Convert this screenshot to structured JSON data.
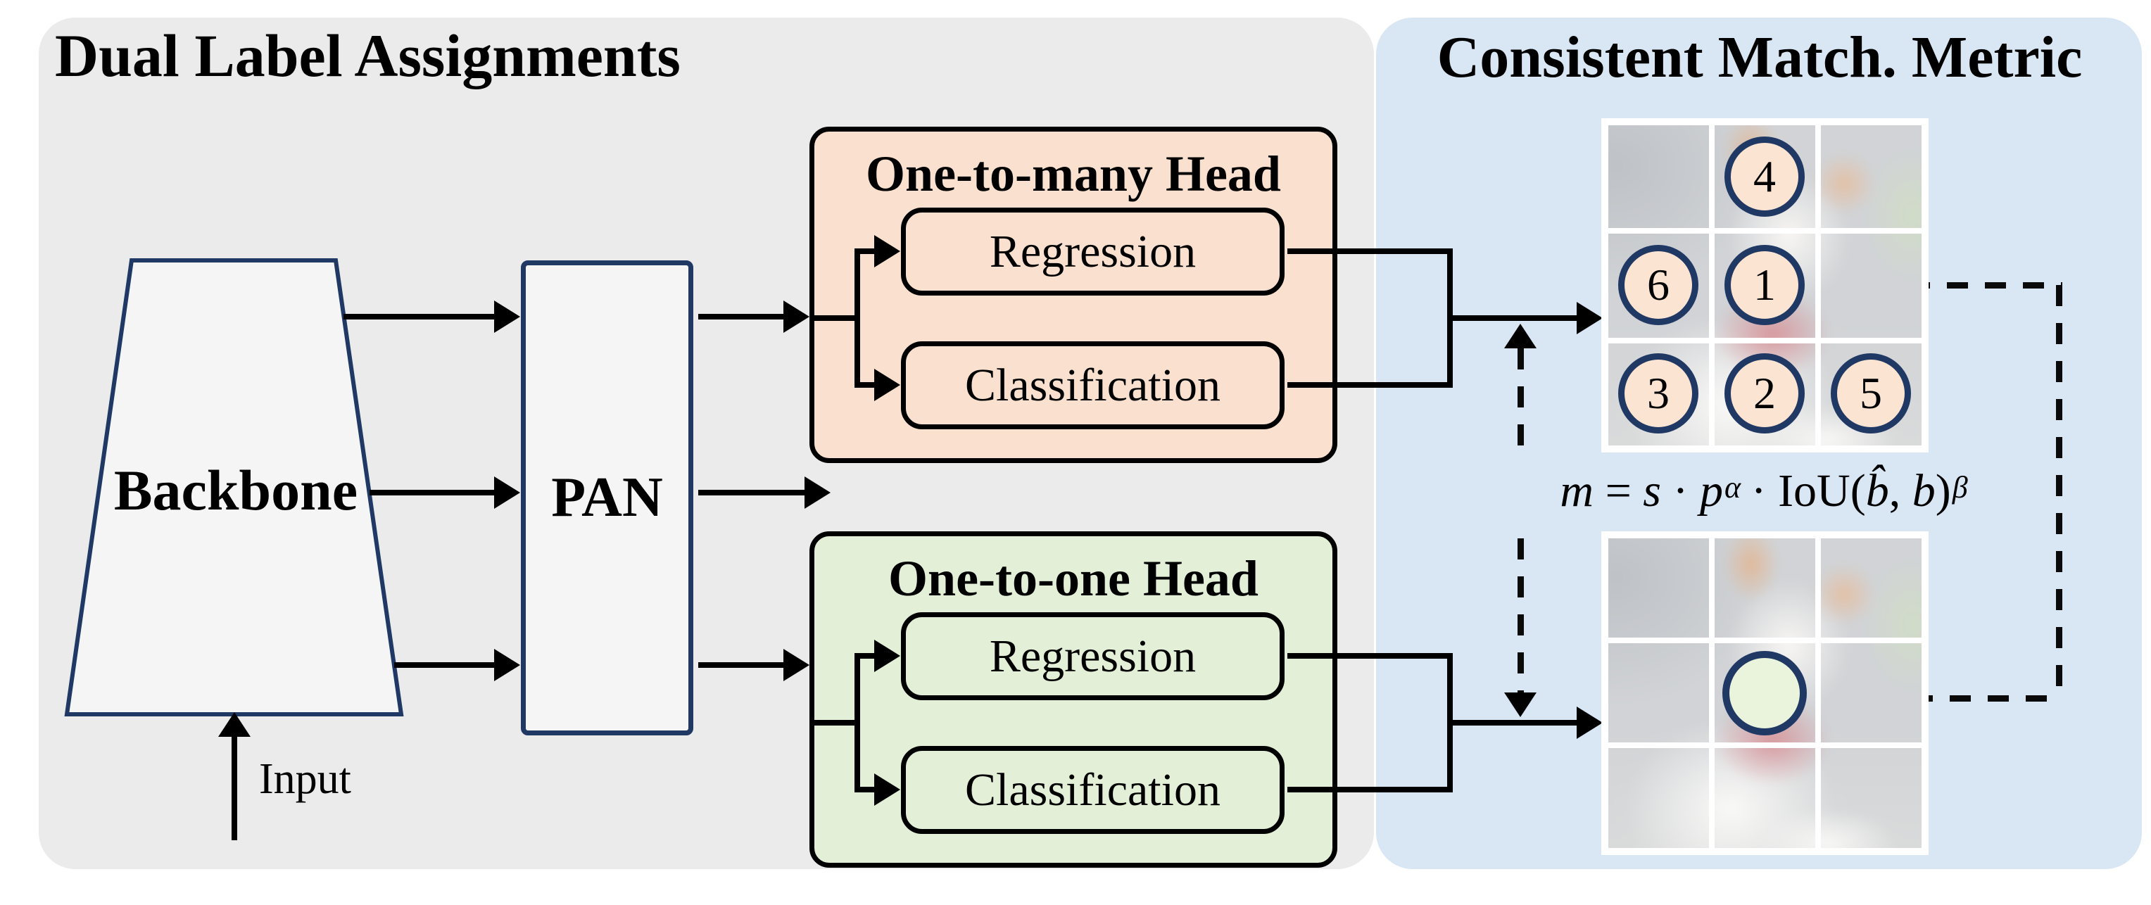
{
  "left_panel": {
    "title": "Dual Label Assignments",
    "backbone": {
      "label": "Backbone"
    },
    "pan": {
      "label": "PAN"
    },
    "input": {
      "label": "Input"
    },
    "one_to_many_head": {
      "title": "One-to-many Head",
      "regression_label": "Regression",
      "classification_label": "Classification"
    },
    "one_to_one_head": {
      "title": "One-to-one Head",
      "regression_label": "Regression",
      "classification_label": "Classification"
    }
  },
  "right_panel": {
    "title": "Consistent Match. Metric",
    "formula": {
      "m": "m",
      "eq": " = ",
      "s": "s",
      "dot1": " · ",
      "p": "p",
      "alpha": "α",
      "dot2": " · ",
      "iou": "IoU",
      "lparen": "(",
      "b_hat": "b̂",
      "comma": ", ",
      "b": "b",
      "rparen": ")",
      "beta": "β"
    },
    "one_to_many_grid": {
      "anchor_labels": [
        "4",
        "6",
        "1",
        "3",
        "2",
        "5"
      ]
    },
    "one_to_one_grid": {
      "anchor_label": ""
    }
  },
  "colors": {
    "left_panel_bg": "#ebebeb",
    "right_panel_bg": "#d9e7f4",
    "navy_border": "#1f3864",
    "one_to_many_fill": "#fae0ce",
    "one_to_one_fill": "#e3efd7",
    "anchor_peach_fill": "#fce4d2",
    "anchor_green_fill": "#eaf3dc",
    "line_black": "#000000"
  }
}
